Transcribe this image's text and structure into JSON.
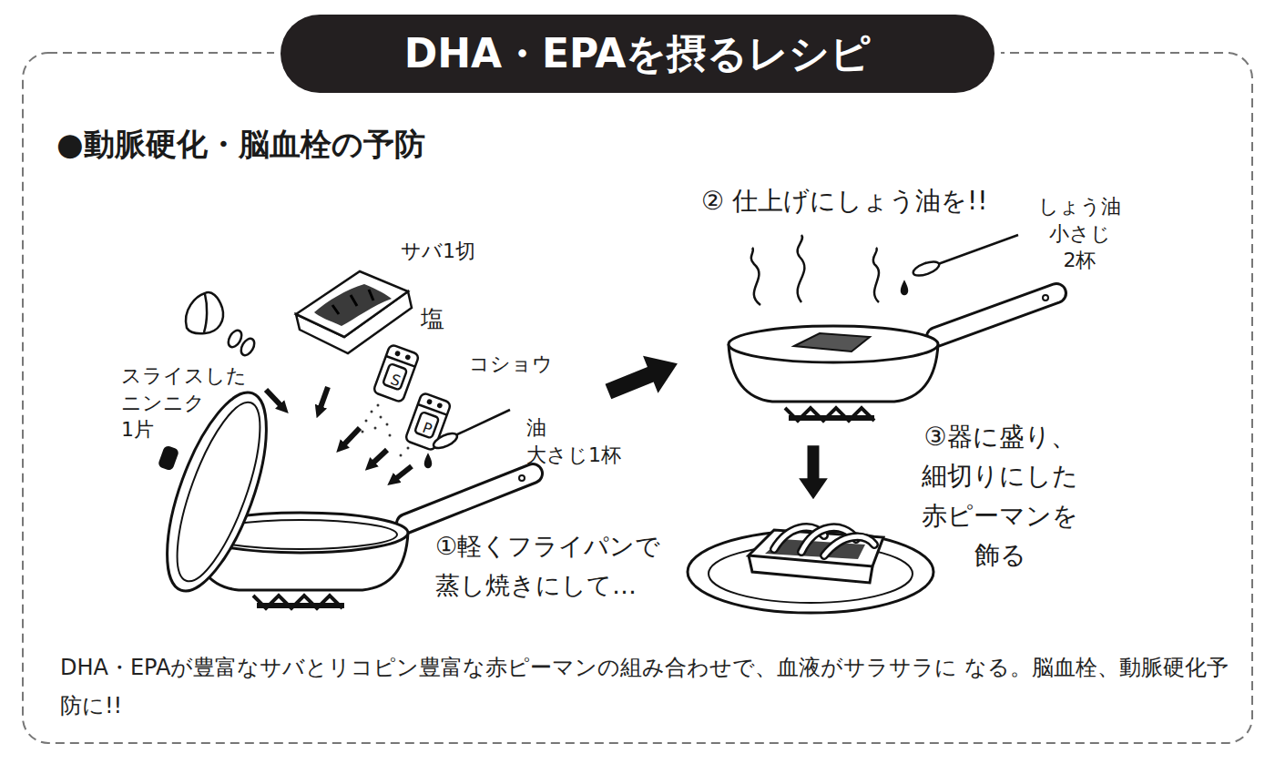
{
  "diagram": {
    "title": "DHA・EPAを摂るレシピ",
    "caption": "DHA・EPAが豊富なサバとリコピン豊富な赤ピーマンの組み合わせで、血液がサラサラに なる。脳血栓、動脈硬化予防に!!",
    "labels": [
      "●動脈硬化・脳血栓の予防",
      "サバ1切",
      "塩",
      "S",
      "P",
      "コショウ",
      "スライスした ニンニク 1片",
      "油 大さじ1杯",
      "①軽くフライパンで 蒸し焼きにして…",
      "② 仕上げにしょう油を!!",
      "しょう油 小さじ 2杯",
      "③器に盛り、 細切りにした 赤ピーマンを 飾る"
    ]
  }
}
